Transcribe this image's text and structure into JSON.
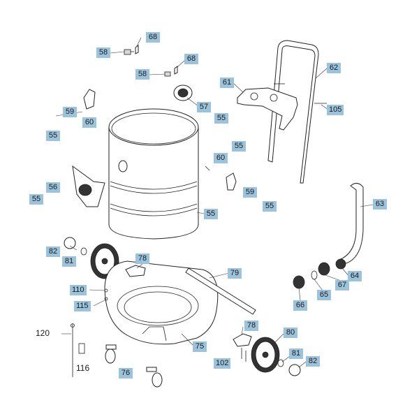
{
  "callouts": {
    "c68a": "68",
    "c58a": "58",
    "c68b": "68",
    "c58b": "58",
    "c62": "62",
    "c61": "61",
    "c57": "57",
    "c55a": "55",
    "c59a": "59",
    "c60a": "60",
    "c55b": "55",
    "c105": "105",
    "c55c": "55",
    "c60b": "60",
    "c56": "56",
    "c55d": "55",
    "c59b": "59",
    "c55e": "55",
    "c63": "63",
    "c55f": "55",
    "c82a": "82",
    "c81a": "81",
    "c78a": "78",
    "c79": "79",
    "c110": "110",
    "c115": "115",
    "c120": "120",
    "c116": "116",
    "c66": "66",
    "c65": "65",
    "c67": "67",
    "c64": "64",
    "c75": "75",
    "c76": "76",
    "c78b": "78",
    "c80": "80",
    "c102": "102",
    "c81b": "81",
    "c82b": "82"
  },
  "colors": {
    "label_bg": "#9cc3dc",
    "line": "#222222"
  }
}
